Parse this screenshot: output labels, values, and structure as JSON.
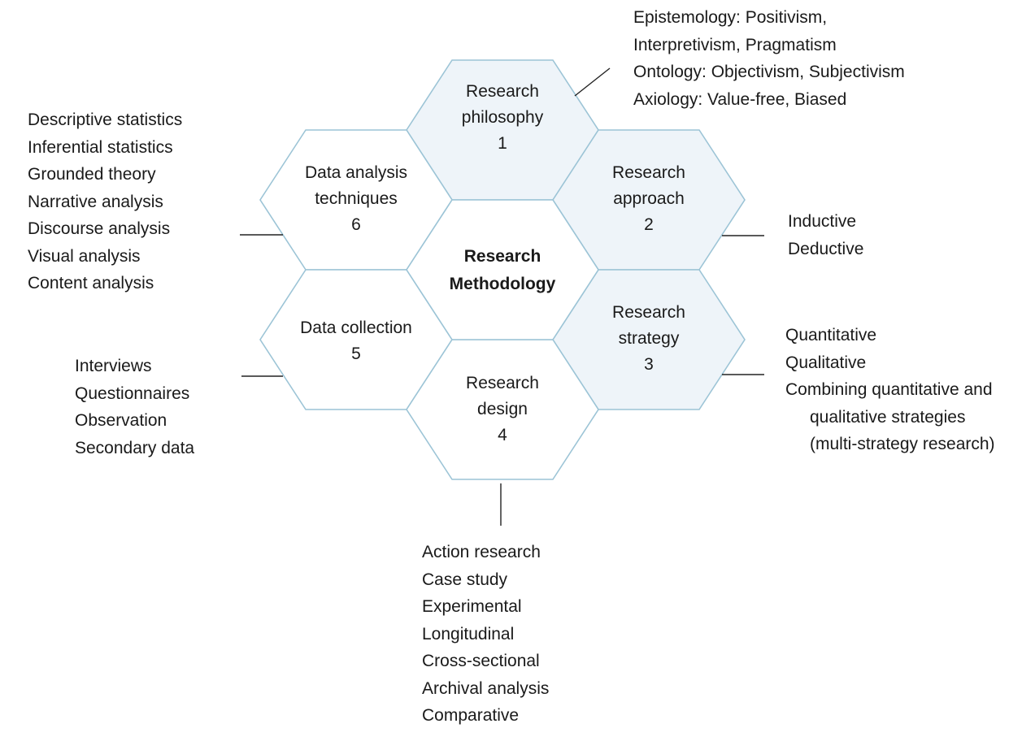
{
  "center": {
    "lines": [
      "Research",
      "Methodology"
    ]
  },
  "hexagons": {
    "philosophy": {
      "lines": [
        "Research",
        "philosophy",
        "1"
      ]
    },
    "approach": {
      "lines": [
        "Research",
        "approach",
        "2"
      ]
    },
    "strategy": {
      "lines": [
        "Research",
        "strategy",
        "3"
      ]
    },
    "design": {
      "lines": [
        "Research",
        "design",
        "4"
      ]
    },
    "collection": {
      "lines": [
        "Data collection",
        "5"
      ]
    },
    "analysis": {
      "lines": [
        "Data analysis",
        "techniques",
        "6"
      ]
    }
  },
  "lists": {
    "philosophy": [
      "Epistemology: Positivism,",
      "Interpretivism, Pragmatism",
      "Ontology: Objectivism, Subjectivism",
      "Axiology: Value-free, Biased"
    ],
    "approach": [
      "Inductive",
      "Deductive"
    ],
    "strategy": [
      "Quantitative",
      "Qualitative",
      "Combining quantitative and",
      "qualitative strategies",
      "(multi-strategy research)"
    ],
    "design": [
      "Action research",
      "Case study",
      "Experimental",
      "Longitudinal",
      "Cross-sectional",
      "Archival analysis",
      "Comparative"
    ],
    "collection": [
      "Interviews",
      "Questionnaires",
      "Observation",
      "Secondary data"
    ],
    "analysis": [
      "Descriptive statistics",
      "Inferential statistics",
      "Grounded theory",
      "Narrative analysis",
      "Discourse analysis",
      "Visual analysis",
      "Content analysis"
    ]
  },
  "colors": {
    "hex_fill_highlight": "#eef4f9",
    "hex_fill_plain": "#ffffff",
    "hex_stroke": "#9cc4d6",
    "text": "#1a1a1a"
  }
}
